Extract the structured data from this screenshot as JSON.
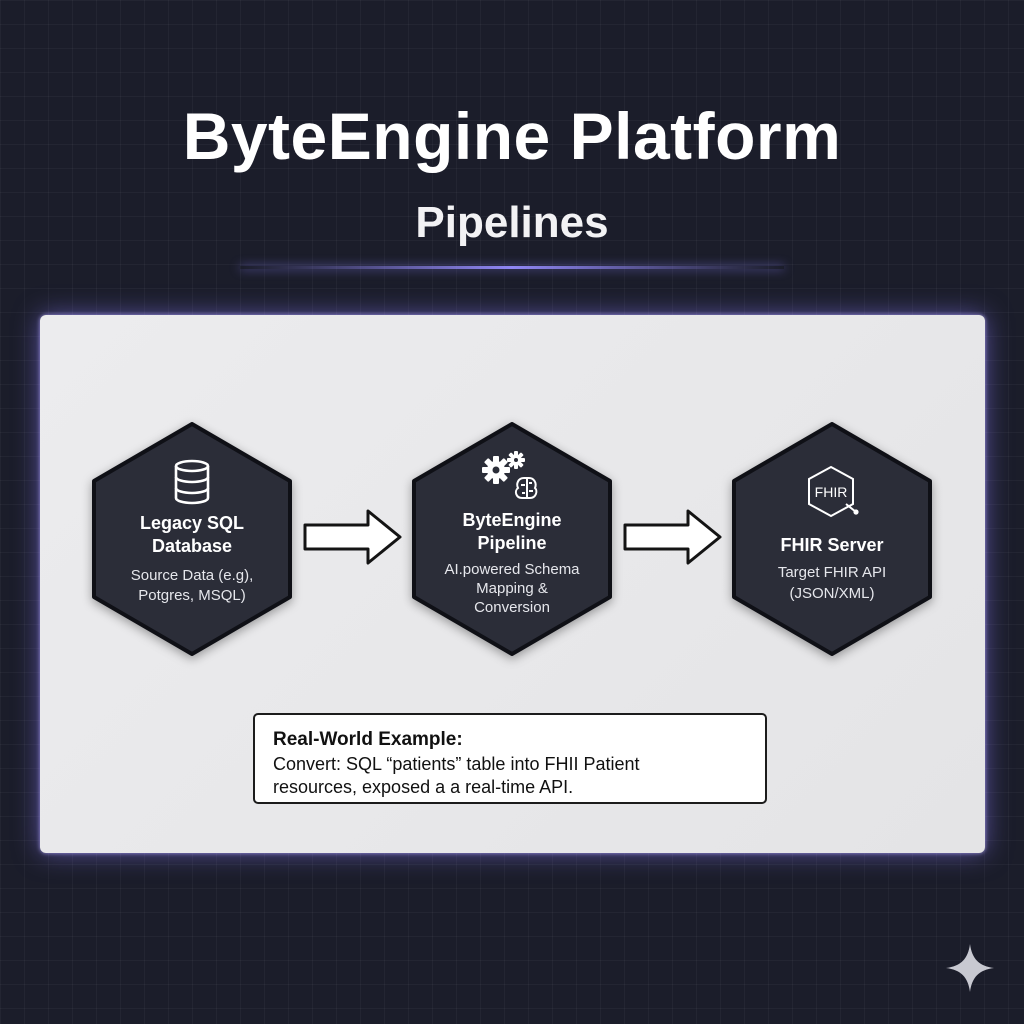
{
  "header": {
    "title": "ByteEngine Platform",
    "subtitle": "Pipelines"
  },
  "nodes": [
    {
      "title_line1": "Legacy SQL",
      "title_line2": "Database",
      "desc_line1": "Source Data (e.g),",
      "desc_line2": "Potgres, MSQL)",
      "icon": "database-icon"
    },
    {
      "title_line1": "ByteEngine",
      "title_line2": "Pipeline",
      "desc_line1": "AI.powered Schema",
      "desc_line2": "Mapping &",
      "desc_line3": "Conversion",
      "icon": "gears-brain-icon"
    },
    {
      "title_line1": "FHIR Server",
      "desc_line1": "Target FHIR API",
      "desc_line2": "(JSON/XML)",
      "icon": "fhir-icon",
      "icon_text": "FHIR"
    }
  ],
  "example": {
    "title": "Real-World Example:",
    "line1": "Convert: SQL “patients” table into FHII Patient",
    "line2": "resources, exposed a a real-time API."
  },
  "colors": {
    "background": "#1b1d2a",
    "panel": "#e8e8ea",
    "hexagon": "#2b2d38",
    "glow": "#8c7dff"
  }
}
